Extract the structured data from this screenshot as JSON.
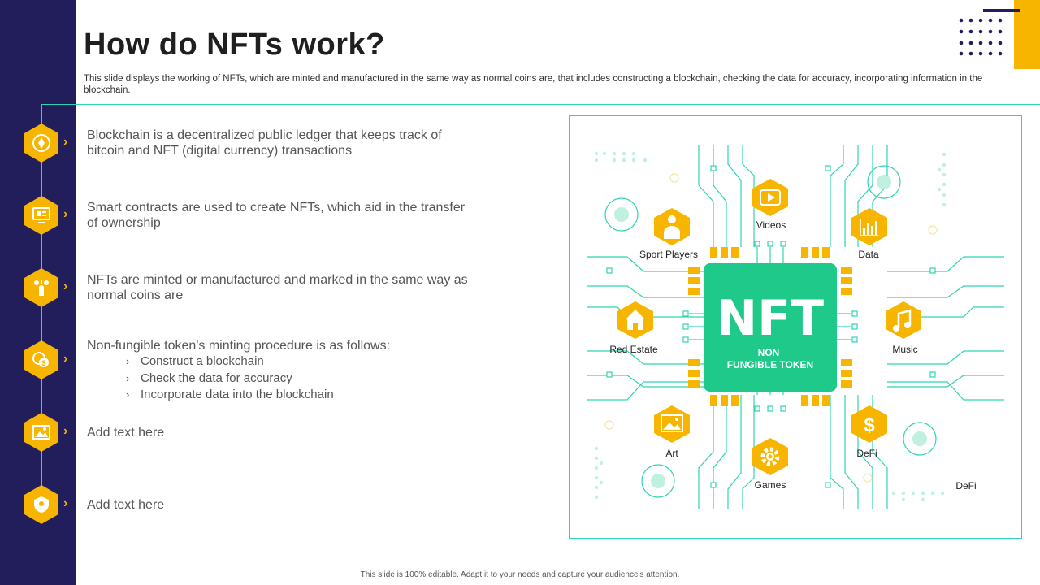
{
  "slide": {
    "title": "How do NFTs work?",
    "subtitle": "This slide displays the working of NFTs, which are minted and manufactured in the same way as normal coins are, that includes constructing a blockchain, checking the data for accuracy, incorporating information in the blockchain.",
    "footer": "This slide is 100% editable. Adapt it to your needs and capture your audience's attention."
  },
  "items": [
    {
      "text": "Blockchain is a decentralized public ledger that keeps track of bitcoin and NFT (digital currency) transactions",
      "icon": "blockchain-coin-icon"
    },
    {
      "text": "Smart contracts are used to create NFTs, which aid in the transfer of ownership",
      "icon": "smart-contract-icon"
    },
    {
      "text": "NFTs are minted or manufactured and marked in the same way as normal coins are",
      "icon": "minting-icon"
    },
    {
      "text": "Non-fungible token's minting procedure is as follows:",
      "icon": "coins-icon",
      "subitems": [
        "Construct a blockchain",
        "Check the data for accuracy",
        "Incorporate data into the blockchain"
      ]
    },
    {
      "text": "Add text here",
      "icon": "image-icon"
    },
    {
      "text": "Add text here",
      "icon": "shield-icon"
    }
  ],
  "diagram": {
    "chip_title": "NFT",
    "chip_line1": "NON",
    "chip_line2": "FUNGIBLE TOKEN",
    "labels": {
      "videos": "Videos",
      "sport_players": "Sport Players",
      "data": "Data",
      "real_estate": "Red Estate",
      "music": "Music",
      "art": "Art",
      "defi": "DeFi",
      "games": "Games",
      "defi_corner": "DeFi"
    }
  },
  "colors": {
    "navy": "#221e5b",
    "yellow": "#f7b500",
    "teal": "#2ed5b1",
    "chip": "#1fc98a"
  }
}
